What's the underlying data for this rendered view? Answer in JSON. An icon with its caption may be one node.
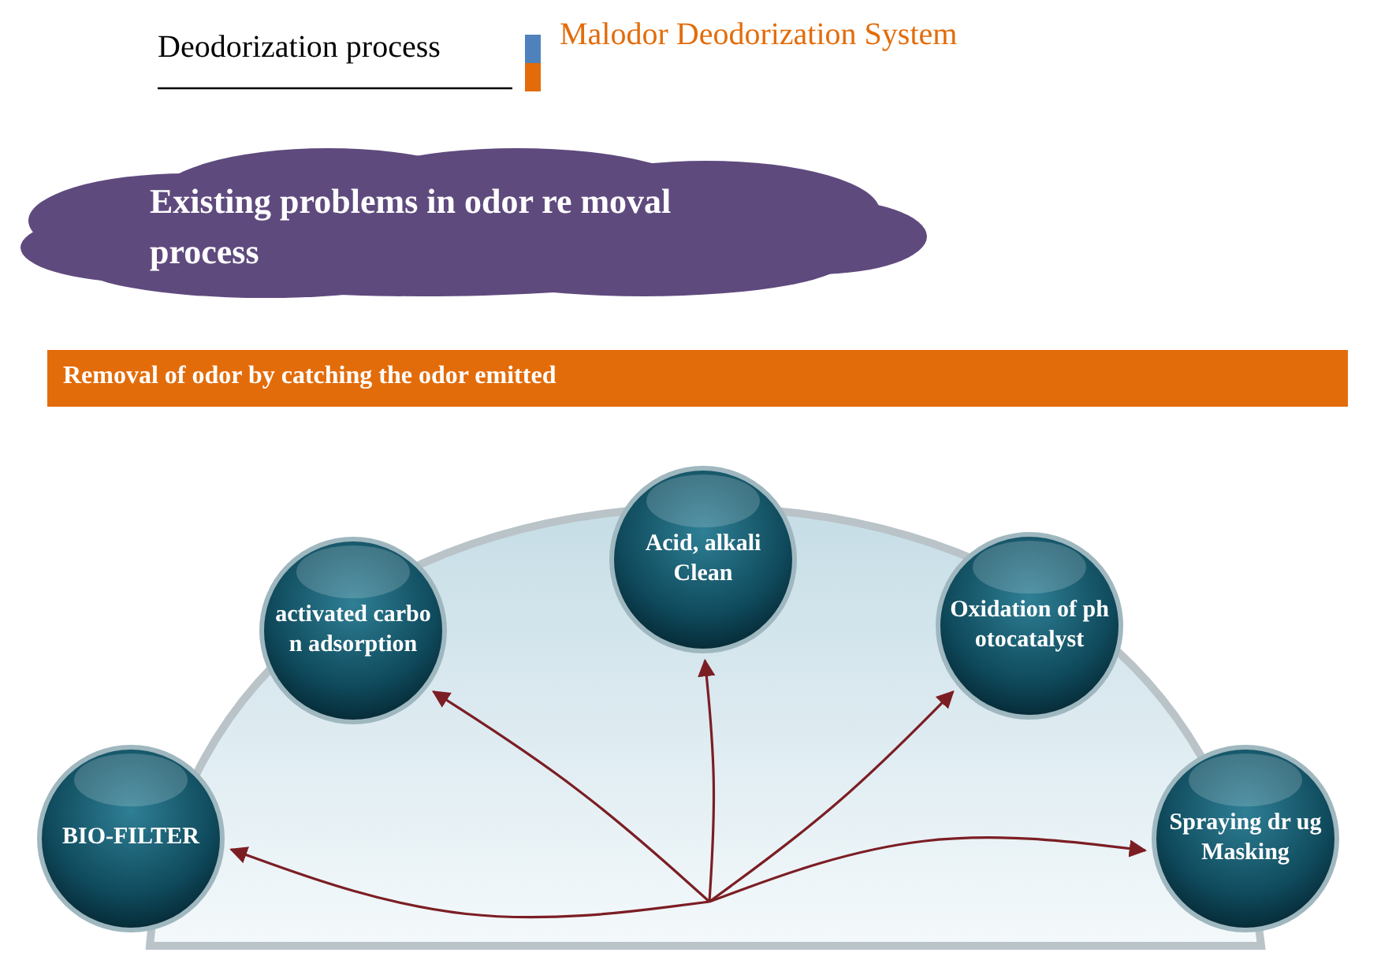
{
  "diagram": {
    "nodes": [
      {
        "text": [
          "Existing problems in odor re moval process"
        ]
      },
      {
        "text": [
          "Removal of odor by catching the odor emitted"
        ]
      },
      {
        "text": [
          "BIO-FILTER"
        ]
      },
      {
        "text": [
          "activated carbo n adsorption"
        ]
      },
      {
        "text": [
          "Acid, alkali Clean"
        ]
      },
      {
        "text": [
          "Oxidation of ph otocatalyst"
        ]
      },
      {
        "text": [
          "Spraying dr ug Masking"
        ]
      }
    ],
    "edges": [
      {
        "from": null,
        "to": 2,
        "arrow": "to"
      },
      {
        "from": null,
        "to": 3,
        "arrow": "to"
      },
      {
        "from": null,
        "to": 4,
        "arrow": "to"
      },
      {
        "from": null,
        "to": 5,
        "arrow": "to"
      },
      {
        "from": null,
        "to": 6,
        "arrow": "to"
      }
    ],
    "labels": [
      "Deodorization process",
      "Malodor Deodorization System"
    ]
  }
}
